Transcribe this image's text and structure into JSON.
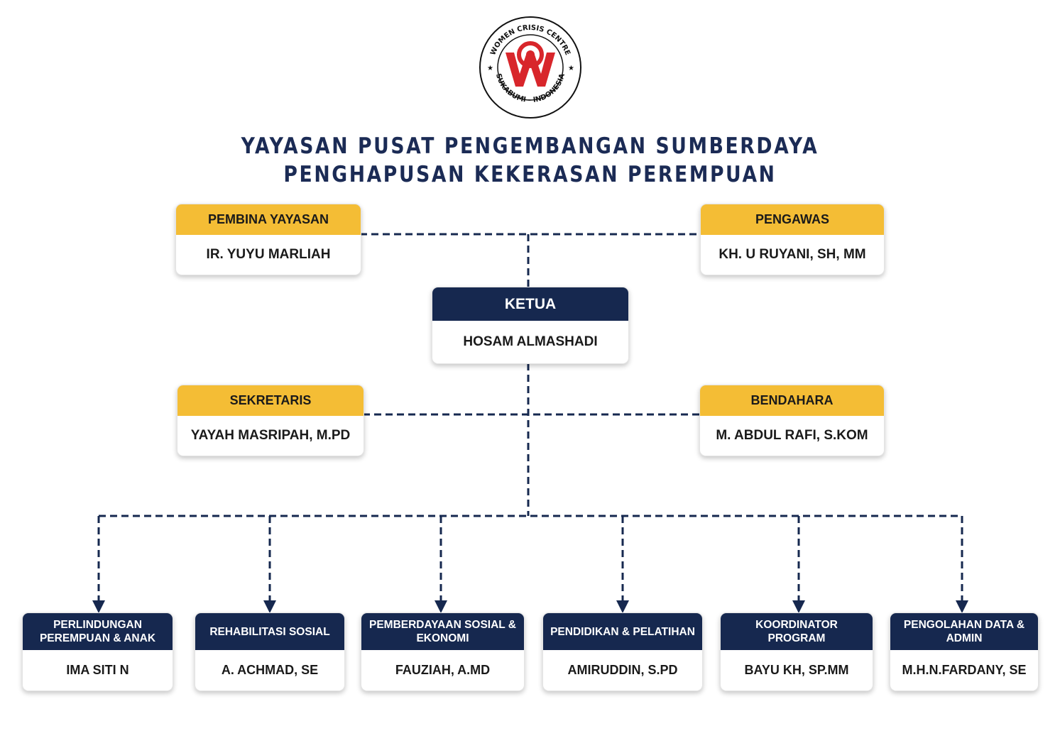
{
  "logo": {
    "ring_top": "WOMEN CRISIS CENTRE",
    "ring_bottom": "SUKABUMI - INDONESIA",
    "mark": "WCC",
    "color": "#d8262b"
  },
  "title": {
    "line1": "YAYASAN PUSAT PENGEMBANGAN SUMBERDAYA",
    "line2": "PENGHAPUSAN KEKERASAN PEREMPUAN"
  },
  "colors": {
    "navy": "#16284f",
    "gold": "#f4bd35"
  },
  "board": {
    "pembina": {
      "role": "PEMBINA YAYASAN",
      "name": "IR. YUYU MARLIAH"
    },
    "pengawas": {
      "role": "PENGAWAS",
      "name": "KH. U RUYANI, SH, MM"
    },
    "ketua": {
      "role": "KETUA",
      "name": "HOSAM ALMASHADI"
    },
    "sekretaris": {
      "role": "SEKRETARIS",
      "name": "YAYAH MASRIPAH, M.PD"
    },
    "bendahara": {
      "role": "BENDAHARA",
      "name": "M. ABDUL RAFI, S.KOM"
    }
  },
  "divisions": [
    {
      "role": "PERLINDUNGAN PEREMPUAN & ANAK",
      "name": "IMA SITI N"
    },
    {
      "role": "REHABILITASI SOSIAL",
      "name": "A. ACHMAD, SE"
    },
    {
      "role": "PEMBERDAYAAN SOSIAL & EKONOMI",
      "name": "FAUZIAH, A.MD"
    },
    {
      "role": "PENDIDIKAN & PELATIHAN",
      "name": "AMIRUDDIN, S.PD"
    },
    {
      "role": "KOORDINATOR PROGRAM",
      "name": "BAYU KH, SP.MM"
    },
    {
      "role": "PENGOLAHAN DATA & ADMIN",
      "name": "M.H.N.FARDANY, SE"
    }
  ]
}
